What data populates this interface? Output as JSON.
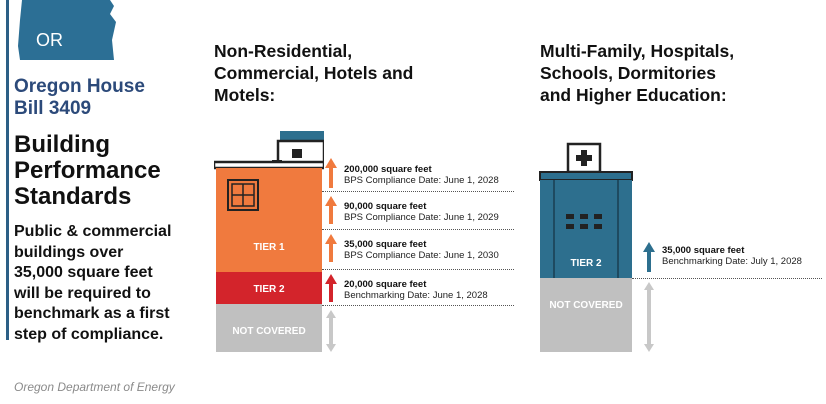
{
  "header": {
    "state_abbr": "OR",
    "bill": [
      "Oregon House",
      "Bill 3409"
    ],
    "title": [
      "Building",
      "Performance",
      "Standards"
    ],
    "description": [
      "Public & commercial",
      "buildings over",
      "35,000 square feet",
      "will be required to",
      "benchmark as a first",
      "step of compliance."
    ],
    "source": "Oregon Department of Energy"
  },
  "non_residential": {
    "heading": [
      "Non-Residential,",
      "Commercial, Hotels and",
      "Motels:"
    ],
    "tiers": [
      "TIER 1",
      "TIER 2",
      "NOT COVERED"
    ],
    "thresholds": [
      {
        "size": "200,000 square feet",
        "date": "BPS Compliance Date: June 1, 2028"
      },
      {
        "size": "90,000 square feet",
        "date": "BPS Compliance Date: June 1, 2029"
      },
      {
        "size": "35,000 square feet",
        "date": "BPS Compliance Date: June 1, 2030"
      },
      {
        "size": "20,000 square feet",
        "date": "Benchmarking Date: June 1, 2028"
      }
    ]
  },
  "multi_family": {
    "heading": [
      "Multi-Family, Hospitals,",
      "Schools, Dormitories",
      "and Higher Education:"
    ],
    "tiers": [
      "TIER 2",
      "NOT COVERED"
    ],
    "threshold": {
      "size": "35,000 square feet",
      "date": "Benchmarking Date: July 1, 2028"
    }
  },
  "colors": {
    "accent": "#2c5f86",
    "tier1": "#f07a3e",
    "tier2": "#d3242b",
    "not_covered": "#c0c0c0",
    "teal": "#2d6f8e"
  }
}
